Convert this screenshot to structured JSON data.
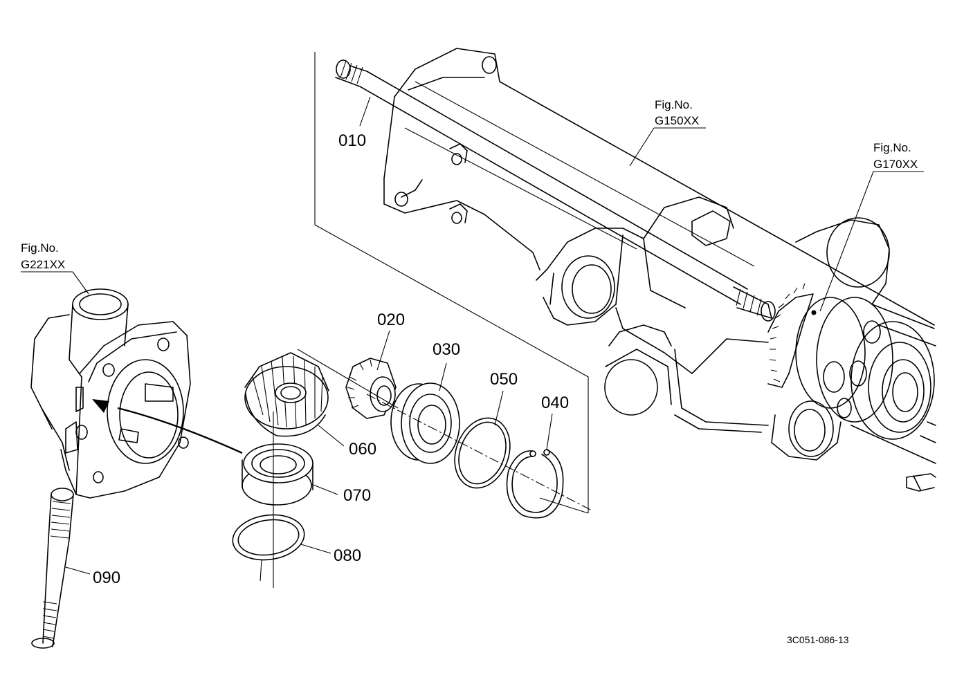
{
  "diagram": {
    "parts": [
      {
        "id": "p010",
        "label": "010"
      },
      {
        "id": "p020",
        "label": "020"
      },
      {
        "id": "p030",
        "label": "030"
      },
      {
        "id": "p040",
        "label": "040"
      },
      {
        "id": "p050",
        "label": "050"
      },
      {
        "id": "p060",
        "label": "060"
      },
      {
        "id": "p070",
        "label": "070"
      },
      {
        "id": "p080",
        "label": "080"
      },
      {
        "id": "p090",
        "label": "090"
      }
    ],
    "figure_refs": [
      {
        "id": "g150",
        "line1": "Fig.No.",
        "line2": "G150XX"
      },
      {
        "id": "g170",
        "line1": "Fig.No.",
        "line2": "G170XX"
      },
      {
        "id": "g221",
        "line1": "Fig.No.",
        "line2": "G221XX"
      }
    ],
    "drawing_code": "3C051-086-13"
  }
}
